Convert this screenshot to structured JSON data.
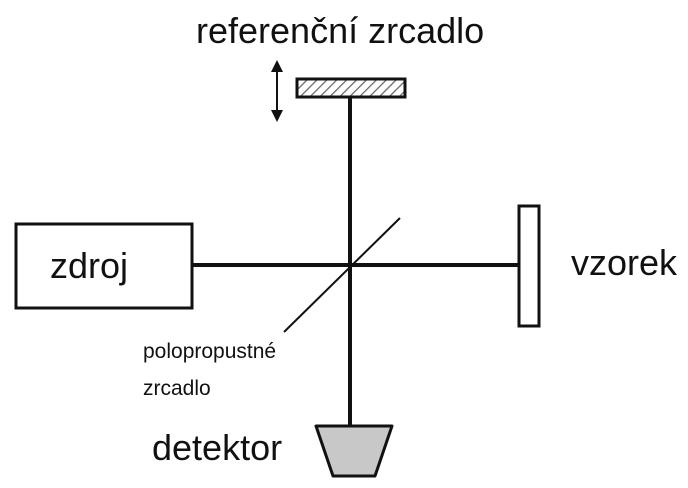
{
  "labels": {
    "reference_mirror": "referenční zrcadlo",
    "source": "zdroj",
    "sample": "vzorek",
    "beam_splitter_line1": "polopropustné",
    "beam_splitter_line2": "zrcadlo",
    "detector": "detektor"
  },
  "colors": {
    "line": "#111111",
    "detector_fill": "#c8c8c8",
    "hatch": "#666666",
    "background": "#ffffff"
  },
  "icons": {
    "movement": "double-arrow-vertical-icon"
  }
}
